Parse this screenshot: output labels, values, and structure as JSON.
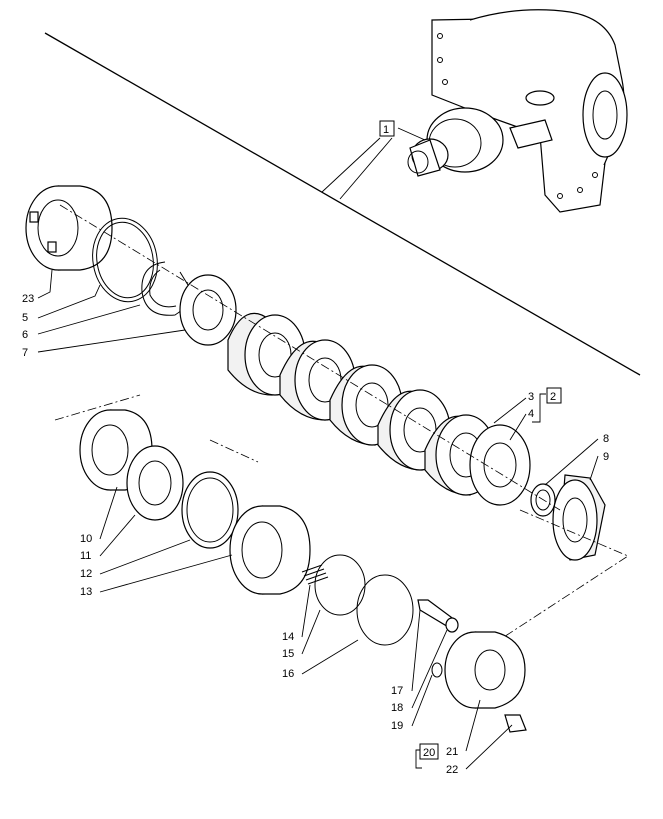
{
  "diagram": {
    "callouts": [
      {
        "id": "1",
        "boxed": true
      },
      {
        "id": "2",
        "boxed": true
      },
      {
        "id": "3",
        "boxed": false
      },
      {
        "id": "4",
        "boxed": false
      },
      {
        "id": "5",
        "boxed": false
      },
      {
        "id": "6",
        "boxed": false
      },
      {
        "id": "7",
        "boxed": false
      },
      {
        "id": "8",
        "boxed": false
      },
      {
        "id": "9",
        "boxed": false
      },
      {
        "id": "10",
        "boxed": false
      },
      {
        "id": "11",
        "boxed": false
      },
      {
        "id": "12",
        "boxed": false
      },
      {
        "id": "13",
        "boxed": false
      },
      {
        "id": "14",
        "boxed": false
      },
      {
        "id": "15",
        "boxed": false
      },
      {
        "id": "16",
        "boxed": false
      },
      {
        "id": "17",
        "boxed": false
      },
      {
        "id": "18",
        "boxed": false
      },
      {
        "id": "19",
        "boxed": false
      },
      {
        "id": "20",
        "boxed": true
      },
      {
        "id": "21",
        "boxed": false
      },
      {
        "id": "22",
        "boxed": false
      },
      {
        "id": "23",
        "boxed": false
      }
    ]
  }
}
